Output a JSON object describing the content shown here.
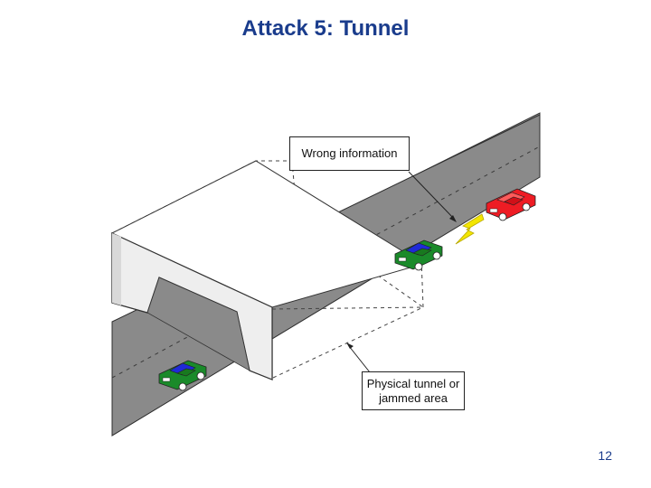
{
  "slide": {
    "title": "Attack 5: Tunnel",
    "page_number": "12"
  },
  "callouts": {
    "wrong_information": "Wrong information",
    "tunnel_line1": "Physical tunnel or",
    "tunnel_line2": "jammed area"
  },
  "colors": {
    "title": "#1a3c8c",
    "road": "#888888",
    "tunnel": "#efefef",
    "car_red": "#ee1c24",
    "car_green": "#1a8a2a",
    "car_blue": "#1f2ad8",
    "lightning": "#f3e600"
  },
  "icons": {
    "signal": "lightning-bolt-icon",
    "vehicle": "car-icon"
  }
}
